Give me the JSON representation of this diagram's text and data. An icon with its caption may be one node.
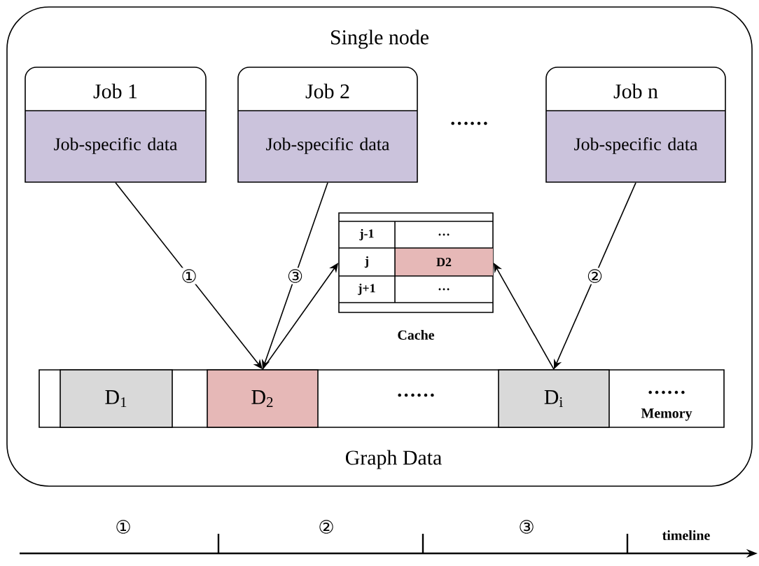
{
  "diagram": {
    "nodes": [
      {
        "text": [
          "Single node",
          "Graph Data"
        ]
      },
      {
        "text": [
          "Job 1",
          "Job-specific data"
        ],
        "in": 0
      },
      {
        "text": [
          "Job 2",
          "Job-specific data"
        ],
        "in": 0
      },
      {
        "text": [
          "Job n",
          "Job-specific data"
        ],
        "in": 0
      },
      {
        "text": [
          "Cache"
        ],
        "in": 0
      },
      {
        "text": [
          "Memory"
        ],
        "in": 0
      },
      {
        "text": [
          "D$_{1}$"
        ],
        "in": 5
      },
      {
        "text": [
          "D$_{2}$"
        ],
        "in": 5
      },
      {
        "text": [
          "D$_{i}$"
        ],
        "in": 5
      }
    ],
    "edges": [
      {
        "from": 1,
        "to": 7,
        "arrow": "to",
        "label": "①"
      },
      {
        "from": 2,
        "to": 7,
        "arrow": "to",
        "label": "③"
      },
      {
        "from": 7,
        "to": 4,
        "arrow": "to"
      },
      {
        "from": 3,
        "to": 8,
        "arrow": "to",
        "label": "②"
      },
      {
        "from": 8,
        "to": 4,
        "arrow": "to"
      }
    ],
    "labels": [
      "……",
      "j-1",
      "…",
      "j",
      "D2",
      "j+1",
      "…",
      "……",
      "……",
      "①",
      "②",
      "③",
      "timeline"
    ]
  }
}
